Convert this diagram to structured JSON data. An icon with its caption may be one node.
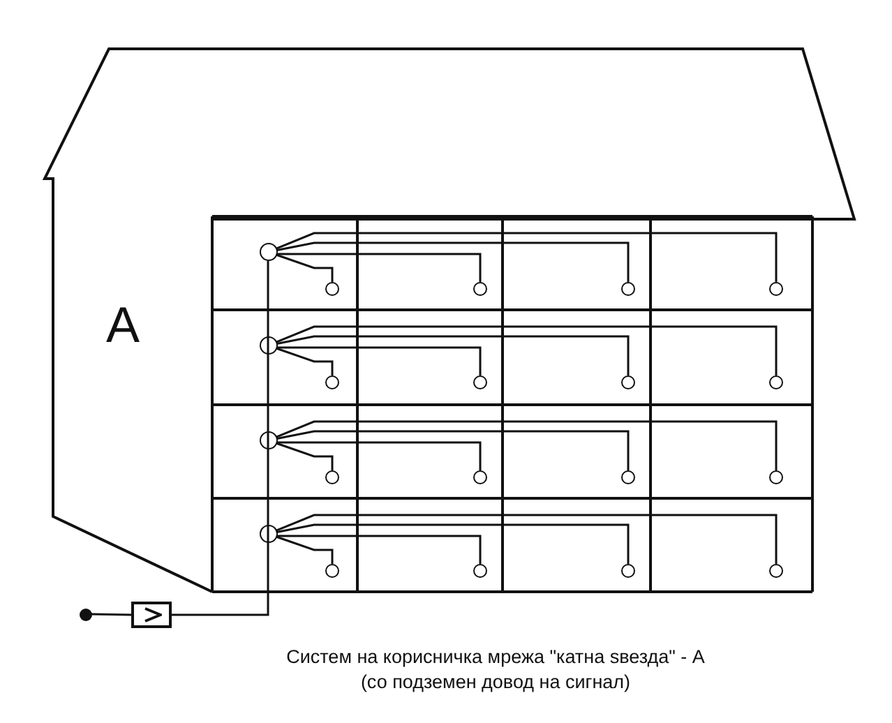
{
  "diagram": {
    "caption": "Систем на корисничка мрежа \"катна ѕвезда\" - А (со подземен довод на сигнал)",
    "nodes": [
      {
        "text": [],
        "shape": "circle"
      },
      {
        "text": [],
        "shape": "box"
      },
      {
        "text": [],
        "shape": "circle"
      },
      {
        "text": [],
        "shape": "circle"
      },
      {
        "text": [],
        "shape": "circle"
      },
      {
        "text": [],
        "shape": "circle"
      },
      {
        "text": [],
        "shape": "circle"
      },
      {
        "text": [],
        "shape": "circle"
      },
      {
        "text": [],
        "shape": "circle"
      },
      {
        "text": [],
        "shape": "circle"
      },
      {
        "text": [],
        "shape": "circle"
      },
      {
        "text": [],
        "shape": "circle"
      },
      {
        "text": [],
        "shape": "circle"
      },
      {
        "text": [],
        "shape": "circle"
      },
      {
        "text": [],
        "shape": "circle"
      },
      {
        "text": [],
        "shape": "circle"
      },
      {
        "text": [],
        "shape": "circle"
      },
      {
        "text": [],
        "shape": "circle"
      },
      {
        "text": [],
        "shape": "circle"
      },
      {
        "text": [],
        "shape": "circle"
      },
      {
        "text": [],
        "shape": "circle"
      },
      {
        "text": [],
        "shape": "circle"
      }
    ],
    "edges": [
      {
        "from": 0,
        "to": 1,
        "arrow": "none"
      },
      {
        "from": 1,
        "to": 2,
        "arrow": "none"
      },
      {
        "from": 1,
        "to": 3,
        "arrow": "none"
      },
      {
        "from": 1,
        "to": 4,
        "arrow": "none"
      },
      {
        "from": 1,
        "to": 5,
        "arrow": "none"
      },
      {
        "from": 2,
        "to": 6,
        "arrow": "none"
      },
      {
        "from": 2,
        "to": 7,
        "arrow": "none"
      },
      {
        "from": 2,
        "to": 8,
        "arrow": "none"
      },
      {
        "from": 2,
        "to": 9,
        "arrow": "none"
      },
      {
        "from": 3,
        "to": 10,
        "arrow": "none"
      },
      {
        "from": 3,
        "to": 11,
        "arrow": "none"
      },
      {
        "from": 3,
        "to": 12,
        "arrow": "none"
      },
      {
        "from": 3,
        "to": 13,
        "arrow": "none"
      },
      {
        "from": 4,
        "to": 14,
        "arrow": "none"
      },
      {
        "from": 4,
        "to": 15,
        "arrow": "none"
      },
      {
        "from": 4,
        "to": 16,
        "arrow": "none"
      },
      {
        "from": 4,
        "to": 17,
        "arrow": "none"
      },
      {
        "from": 5,
        "to": 18,
        "arrow": "none"
      },
      {
        "from": 5,
        "to": 19,
        "arrow": "none"
      },
      {
        "from": 5,
        "to": 20,
        "arrow": "none"
      },
      {
        "from": 5,
        "to": 21,
        "arrow": "none"
      }
    ],
    "labels": [
      "А"
    ]
  }
}
